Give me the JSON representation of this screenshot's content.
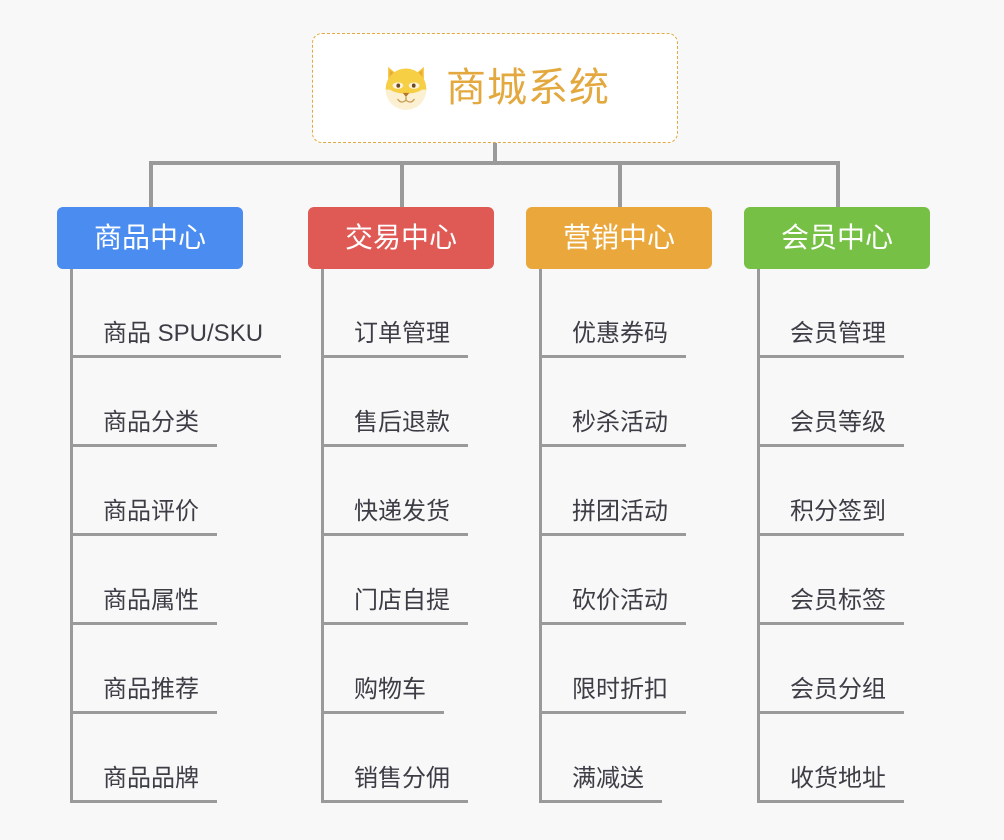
{
  "root": {
    "icon": "shiba-dog-face-icon",
    "title": "商城系统",
    "title_color": "#e3a83e",
    "border_color": "#e3a83e"
  },
  "connector_color": "#9a9a9a",
  "background_color": "#f8f8f8",
  "columns": [
    {
      "header": "商品中心",
      "color": "#4a8cf0",
      "items": [
        "商品 SPU/SKU",
        "商品分类",
        "商品评价",
        "商品属性",
        "商品推荐",
        "商品品牌"
      ]
    },
    {
      "header": "交易中心",
      "color": "#e05a55",
      "items": [
        "订单管理",
        "售后退款",
        "快递发货",
        "门店自提",
        "购物车",
        "销售分佣"
      ]
    },
    {
      "header": "营销中心",
      "color": "#eaa83c",
      "items": [
        "优惠券码",
        "秒杀活动",
        "拼团活动",
        "砍价活动",
        "限时折扣",
        "满减送"
      ]
    },
    {
      "header": "会员中心",
      "color": "#77c046",
      "items": [
        "会员管理",
        "会员等级",
        "积分签到",
        "会员标签",
        "会员分组",
        "收货地址"
      ]
    }
  ]
}
